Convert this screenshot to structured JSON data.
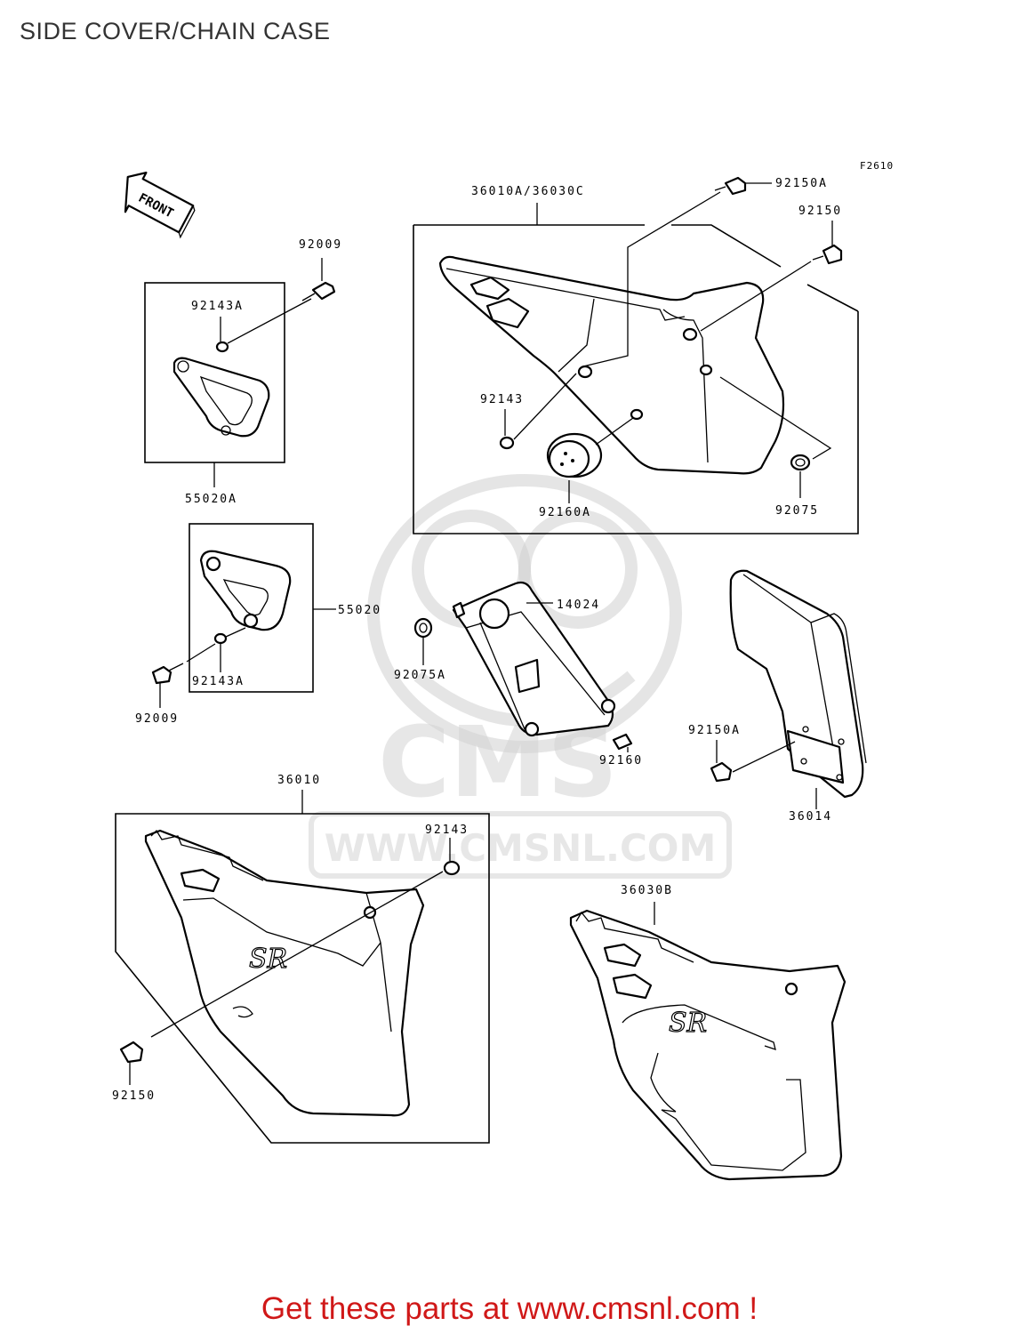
{
  "page": {
    "title": "SIDE COVER/CHAIN CASE",
    "footer": "Get these parts at www.cmsnl.com !"
  },
  "diagram": {
    "figure_code": "F2610",
    "front_arrow_label": "FRONT",
    "watermark": {
      "brand": "CMS",
      "url": "WWW.CMSNL.COM"
    },
    "part_labels": {
      "p36010A_36030C": "36010A/36030C",
      "p92150A_top": "92150A",
      "p92150_top": "92150",
      "p92009_top": "92009",
      "p92143A_top": "92143A",
      "p55020A": "55020A",
      "p92143_top": "92143",
      "p92160A": "92160A",
      "p92075": "92075",
      "p55020": "55020",
      "p14024": "14024",
      "p92075A": "92075A",
      "p92143A_bottom": "92143A",
      "p92009_bottom": "92009",
      "p92160": "92160",
      "p92150A_mid": "92150A",
      "p36014": "36014",
      "p36010": "36010",
      "p92143_bottom": "92143",
      "p36030B": "36030B",
      "p92150_bottom": "92150"
    }
  }
}
